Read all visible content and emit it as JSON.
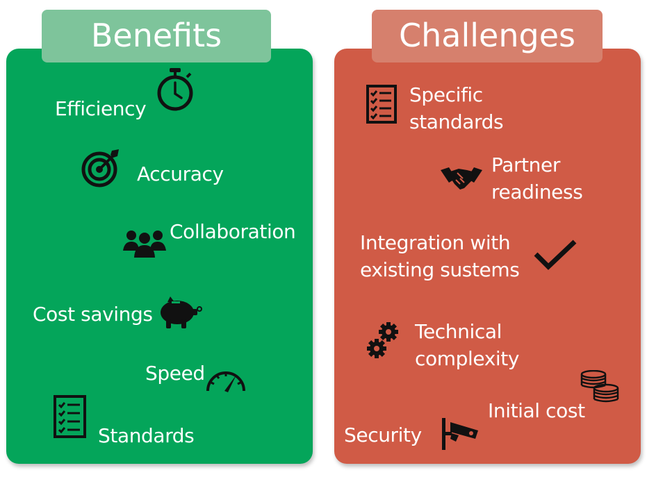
{
  "benefits": {
    "title": "Benefits",
    "items": [
      {
        "label": "Efficiency",
        "icon": "stopwatch-icon"
      },
      {
        "label": "Accuracy",
        "icon": "target-icon"
      },
      {
        "label": "Collaboration",
        "icon": "people-icon"
      },
      {
        "label": "Cost savings",
        "icon": "piggy-bank-icon"
      },
      {
        "label": "Speed",
        "icon": "speedometer-icon"
      },
      {
        "label": "Standards",
        "icon": "checklist-icon"
      }
    ]
  },
  "challenges": {
    "title": "Challenges",
    "items": [
      {
        "label_line1": "Specific",
        "label_line2": "standards",
        "icon": "checklist-icon"
      },
      {
        "label_line1": "Partner",
        "label_line2": "readiness",
        "icon": "handshake-icon"
      },
      {
        "label_line1": "Integration with",
        "label_line2": "existing sustems",
        "icon": "checkmark-icon"
      },
      {
        "label_line1": "Technical",
        "label_line2": "complexity",
        "icon": "gears-icon"
      },
      {
        "label": "Initial cost",
        "icon": "coins-icon"
      },
      {
        "label": "Security",
        "icon": "security-camera-icon"
      }
    ]
  },
  "colors": {
    "benefits_panel": "#04a55a",
    "benefits_title_bg": "#7ec49b",
    "challenges_panel": "#d05b46",
    "challenges_title_bg": "#d6806d",
    "text": "#ffffff",
    "icons": "#111111"
  }
}
